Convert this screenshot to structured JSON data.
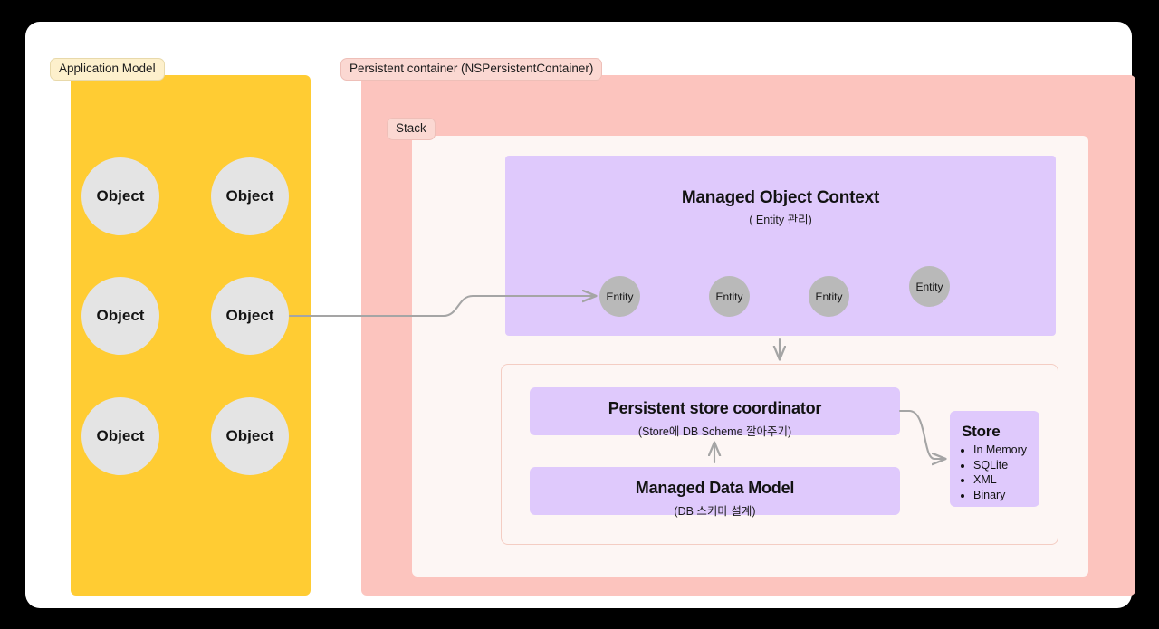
{
  "canvas": {
    "background": "#000000",
    "card_background": "#ffffff"
  },
  "palette": {
    "yellow": "#ffcc33",
    "pink": "#fcc4be",
    "purple": "#dfc9fc",
    "stack_bg": "#fdf6f4",
    "object_gray": "#e4e4e4",
    "entity_gray": "#b9b9b9",
    "connector": "#a5a5a5",
    "inner_border": "#f4cdc3"
  },
  "application_model": {
    "tag": "Application Model",
    "objects": [
      {
        "label": "Object"
      },
      {
        "label": "Object"
      },
      {
        "label": "Object"
      },
      {
        "label": "Object"
      },
      {
        "label": "Object"
      },
      {
        "label": "Object"
      }
    ]
  },
  "persistent_container": {
    "tag": "Persistent container (NSPersistentContainer)",
    "stack": {
      "tag": "Stack",
      "managed_object_context": {
        "title": "Managed Object Context",
        "subtitle": "( Entity 관리)",
        "entities": [
          {
            "label": "Entity"
          },
          {
            "label": "Entity"
          },
          {
            "label": "Entity"
          },
          {
            "label": "Entity"
          }
        ]
      },
      "persistent_store_coordinator": {
        "title": "Persistent store coordinator",
        "subtitle": "(Store에 DB Scheme 깔아주기)"
      },
      "managed_data_model": {
        "title": "Managed Data Model",
        "subtitle": "(DB 스키마 설계)"
      },
      "store": {
        "title": "Store",
        "types": [
          "In Memory",
          "SQLite",
          "XML",
          "Binary"
        ]
      }
    }
  },
  "connectors": [
    {
      "name": "object-to-entity",
      "from": "Object",
      "to": "Entity",
      "style": "s-curve-arrow"
    },
    {
      "name": "context-to-coordinator",
      "from": "Managed Object Context",
      "to": "Persistent store coordinator",
      "style": "down-arrow"
    },
    {
      "name": "model-to-coordinator",
      "from": "Managed Data Model",
      "to": "Persistent store coordinator",
      "style": "up-arrow"
    },
    {
      "name": "coordinator-to-store",
      "from": "Persistent store coordinator",
      "to": "Store",
      "style": "curve-arrow"
    }
  ]
}
